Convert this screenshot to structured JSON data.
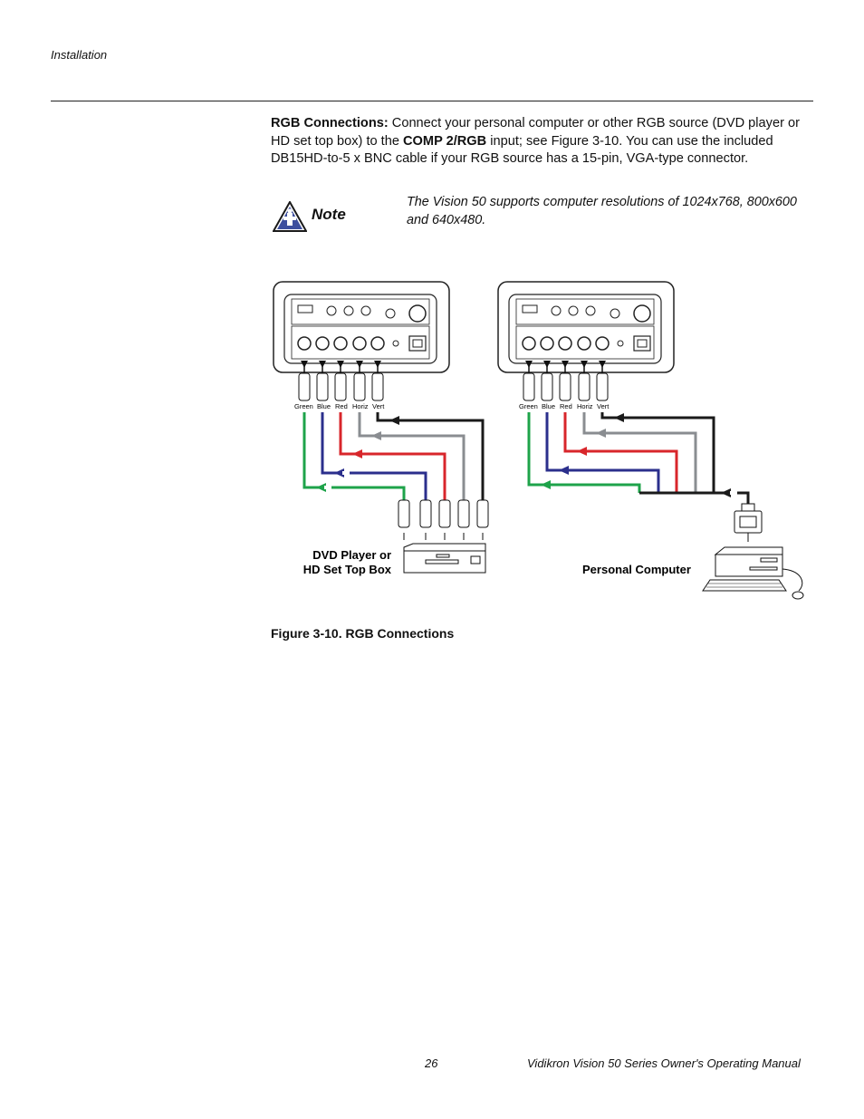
{
  "header": {
    "section": "Installation"
  },
  "intro": {
    "lead": "RGB Connections:",
    "text1": " Connect your personal computer or other RGB source (DVD player or HD set top box) to the ",
    "input_name": "COMP 2/RGB",
    "text2": " input; see Figure 3-10. You can use the included DB15HD-to-5 x BNC cable if your RGB source has a 15-pin, VGA-type connector."
  },
  "note": {
    "label": "Note",
    "text": "The Vision 50 supports computer resolutions of 1024x768, 800x600 and 640x480."
  },
  "figure": {
    "caption": "Figure 3-10. RGB Connections",
    "connector_labels": [
      "Green",
      "Blue",
      "Red",
      "Horiz",
      "Vert"
    ],
    "source_left": [
      "DVD Player or",
      "HD Set Top Box"
    ],
    "source_right": "Personal Computer",
    "colors": {
      "green": "#1ea34a",
      "blue": "#2b2f8c",
      "red": "#d8262b",
      "gray": "#8a8d91",
      "black": "#1a1a1a"
    }
  },
  "footer": {
    "page": "26",
    "title": "Vidikron Vision 50 Series Owner's Operating Manual"
  }
}
